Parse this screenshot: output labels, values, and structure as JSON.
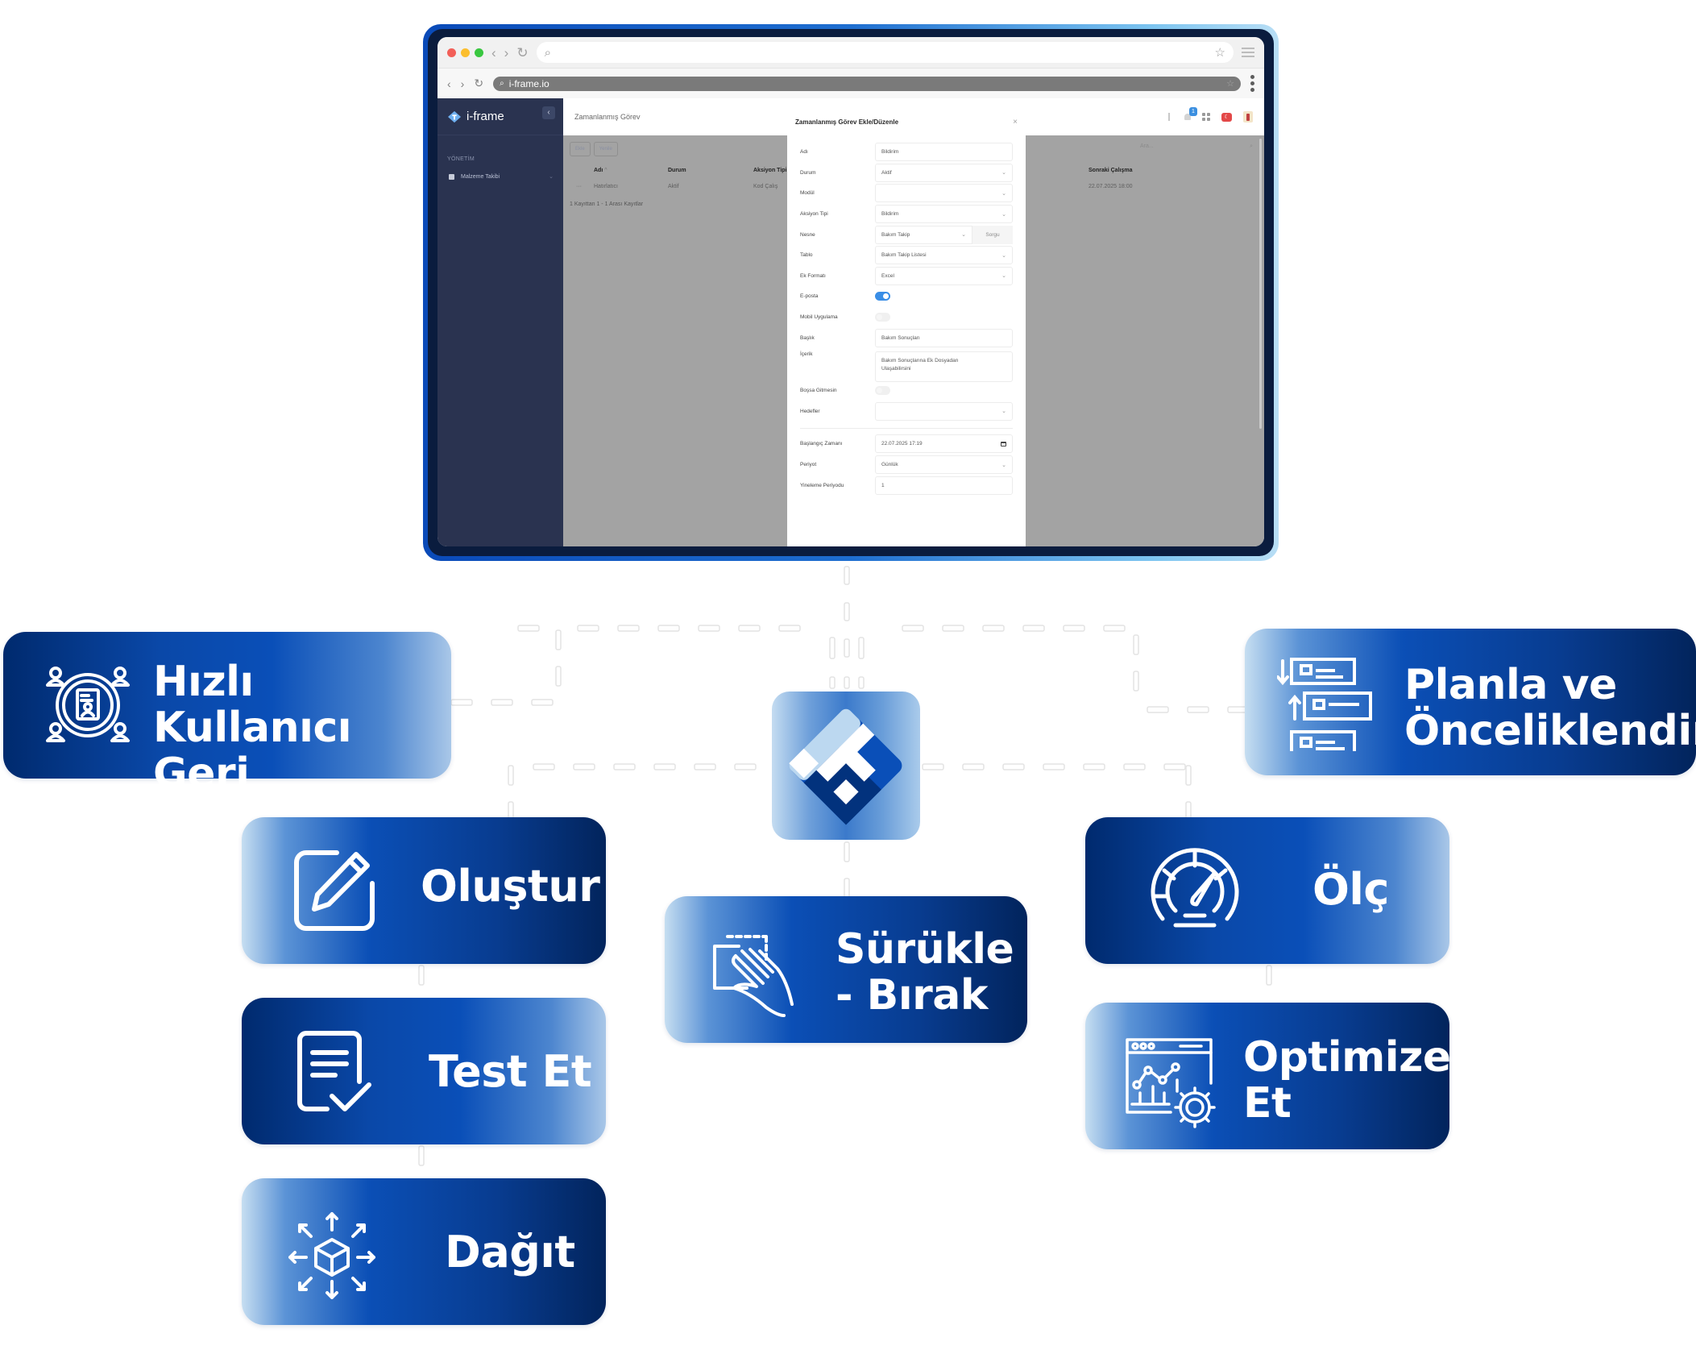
{
  "browser": {
    "url": "i-frame.io",
    "window_controls": [
      "close",
      "minimize",
      "maximize"
    ],
    "colors": {
      "close": "#f25f58",
      "minimize": "#fbbe2e",
      "maximize": "#39c740"
    }
  },
  "app": {
    "logo_text": "i-frame",
    "collapse_icon": "chevron-left-icon",
    "sidebar": {
      "section_label": "YÖNETİM",
      "items": [
        {
          "label": "Malzeme Takibi",
          "expanded": false
        }
      ]
    },
    "topbar": {
      "title": "Zamanlanmış Görev",
      "notification_count": "1",
      "language_flag": "TR"
    },
    "toolbar": {
      "add_label": "Ekle",
      "refresh_label": "Yenile"
    },
    "search": {
      "placeholder": "Ara..."
    },
    "table": {
      "columns": [
        "Adı",
        "Durum",
        "Aksiyon Tipi",
        "Sonraki Çalışma"
      ],
      "rows": [
        {
          "actions": "···",
          "name": "Hatırlatıcı",
          "status": "Aktif",
          "action_type": "Kod Çalış",
          "next_run": "22.07.2025 18:00"
        }
      ],
      "footer": "1 Kayıttan 1 - 1 Arası Kayıtlar"
    }
  },
  "modal": {
    "title": "Zamanlanmış Görev Ekle/Düzenle",
    "close_label": "×",
    "fields": {
      "name": {
        "label": "Adı",
        "value": "Bildirim"
      },
      "status": {
        "label": "Durum",
        "value": "Aktif"
      },
      "module": {
        "label": "Modül",
        "value": ""
      },
      "action_type": {
        "label": "Aksiyon Tipi",
        "value": "Bildirim"
      },
      "object": {
        "label": "Nesne",
        "value": "Bakım Takip",
        "query_button": "Sorgu"
      },
      "table": {
        "label": "Tablo",
        "value": "Bakım Takip Listesi"
      },
      "attachment": {
        "label": "Ek Formatı",
        "value": "Excel"
      },
      "email": {
        "label": "E-posta",
        "value": true
      },
      "mobile": {
        "label": "Mobil Uygulama",
        "value": false
      },
      "subject": {
        "label": "Başlık",
        "value": "Bakım Sonuçları"
      },
      "content": {
        "label": "İçerik",
        "value": "Bakım Sonuçlarına Ek Dosyadan Ulaşabilirsini"
      },
      "not_wasted": {
        "label": "Boşsa Gitmesin",
        "value": false
      },
      "targets": {
        "label": "Hedefler",
        "value": ""
      },
      "start_time": {
        "label": "Başlangıç Zamanı",
        "value": "22.07.2025 17:19"
      },
      "period": {
        "label": "Periyot",
        "value": "Günlük"
      },
      "repeat": {
        "label": "Yineleme Periyodu",
        "value": "1"
      }
    }
  },
  "features": [
    {
      "id": "feedback",
      "label_line1": "Hızlı Kullanıcı",
      "label_line2": "Geri Bildirimi",
      "icon": "user-feedback-circle-icon"
    },
    {
      "id": "plan",
      "label_line1": "Planla ve",
      "label_line2": "Önceliklendir",
      "icon": "prioritize-list-icon"
    },
    {
      "id": "create",
      "label_line1": "Oluştur",
      "label_line2": "",
      "icon": "edit-pencil-icon"
    },
    {
      "id": "test",
      "label_line1": "Test Et",
      "label_line2": "",
      "icon": "document-check-icon"
    },
    {
      "id": "deploy",
      "label_line1": "Dağıt",
      "label_line2": "",
      "icon": "package-distribute-icon"
    },
    {
      "id": "dragdrop",
      "label_line1": "Sürükle",
      "label_line2": "- Bırak",
      "icon": "drag-hand-icon"
    },
    {
      "id": "measure",
      "label_line1": "Ölç",
      "label_line2": "",
      "icon": "speedometer-icon"
    },
    {
      "id": "optimize",
      "label_line1": "Optimize",
      "label_line2": "Et",
      "icon": "analytics-gear-icon"
    }
  ],
  "center_logo": {
    "name": "i-frame-logo"
  },
  "colors": {
    "brand_dark": "#02245c",
    "brand_blue": "#0a4fb8",
    "brand_light": "#a9c7e8",
    "sidebar": "#2a3350",
    "toggle_on": "#3a8ee6"
  }
}
